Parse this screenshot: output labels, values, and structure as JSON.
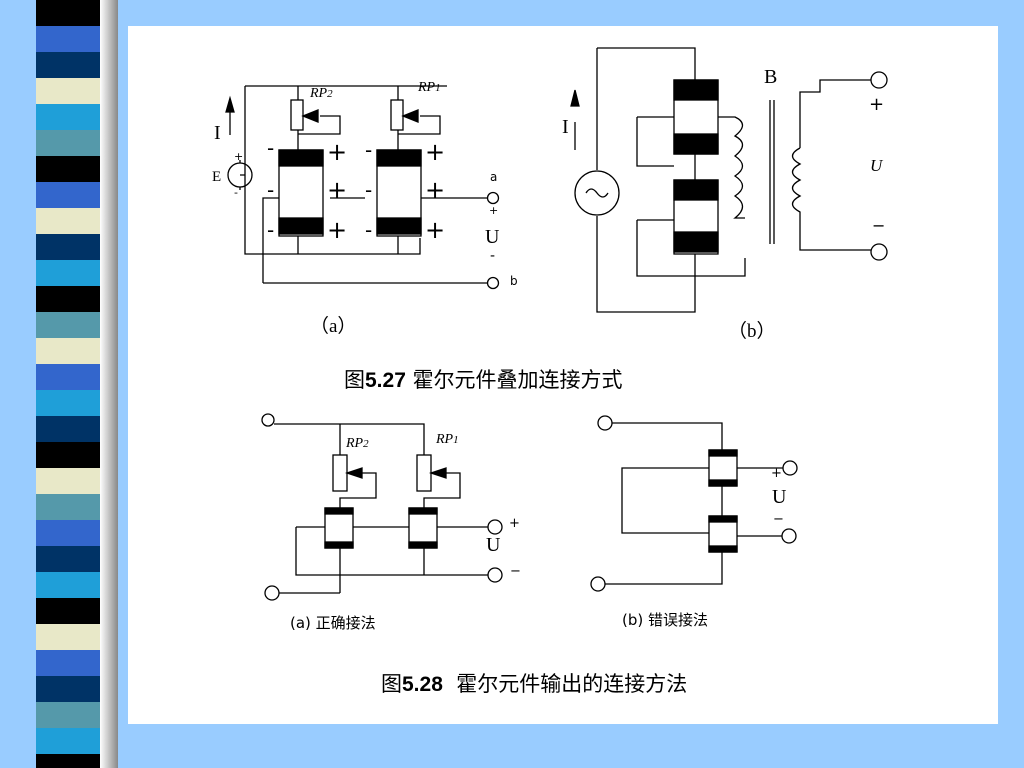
{
  "figure_527": {
    "caption_prefix": "图",
    "caption_number": "5.27",
    "caption_text": "霍尔元件叠加连接方式",
    "a": {
      "label": "（a）",
      "rp2": "RP",
      "rp2_sub": "2",
      "rp1": "RP",
      "rp1_sub": "1",
      "current": "I",
      "source": "E",
      "plus": "+",
      "minus": "-",
      "terminal_a": "a",
      "terminal_b": "b",
      "voltage": "U"
    },
    "b": {
      "label": "（b）",
      "current": "I",
      "transformer": "B",
      "voltage": "U",
      "plus": "+",
      "minus": "−"
    }
  },
  "figure_528": {
    "caption_prefix": "图",
    "caption_number": "5.28",
    "caption_text": "霍尔元件输出的连接方法",
    "a": {
      "label": "(a) 正确接法",
      "rp2": "RP",
      "rp2_sub": "2",
      "rp1": "RP",
      "rp1_sub": "1",
      "voltage": "U",
      "plus": "+",
      "minus": "−"
    },
    "b": {
      "label": "(b) 错误接法",
      "voltage": "U",
      "plus": "+",
      "minus": "−"
    }
  },
  "colors": {
    "background": "#99ccff",
    "panel": "#ffffff",
    "ink": "#000000",
    "stripes": [
      "#000000",
      "#e8e8c8",
      "#1f9fd8",
      "#003366",
      "#3366cc",
      "#5599aa"
    ]
  }
}
